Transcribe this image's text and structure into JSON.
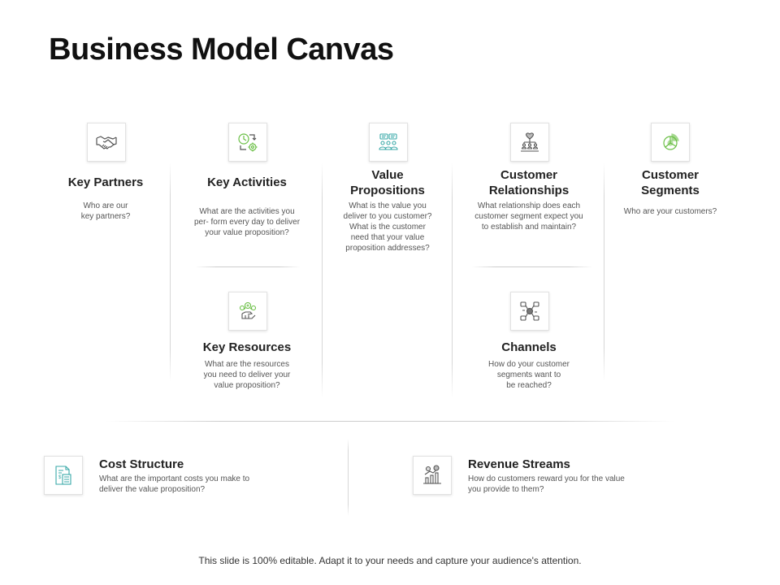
{
  "title": "Business Model Canvas",
  "colors": {
    "accent_green": "#6abf45",
    "accent_teal": "#3aa9a8",
    "icon_gray": "#555555"
  },
  "blocks": {
    "key_partners": {
      "icon": "handshake-icon",
      "title": "Key Partners",
      "desc": [
        "Who are our",
        "key partners?"
      ]
    },
    "key_activities": {
      "icon": "activities-cycle-icon",
      "title": "Key Activities",
      "desc": [
        "What are the activities you",
        "per- form every day to deliver",
        "your value proposition?"
      ]
    },
    "value_propositions": {
      "icon": "team-value-icon",
      "title": [
        "Value",
        "Propositions"
      ],
      "desc": [
        "What is the value you",
        "deliver to you customer?",
        "What is the customer",
        "need that your value",
        "proposition addresses?"
      ]
    },
    "customer_relationships": {
      "icon": "heart-network-icon",
      "title": [
        "Customer",
        "Relationships"
      ],
      "desc": [
        "What relationship does each",
        "customer segment expect you",
        "to establish and maintain?"
      ]
    },
    "customer_segments": {
      "icon": "pie-chart-icon",
      "title": [
        "Customer",
        "Segments"
      ],
      "desc": [
        "Who are your customers?"
      ]
    },
    "key_resources": {
      "icon": "resources-hand-icon",
      "title": "Key Resources",
      "desc": [
        "What are the resources",
        "you need to deliver your",
        "value proposition?"
      ]
    },
    "channels": {
      "icon": "channels-network-icon",
      "title": "Channels",
      "desc": [
        "How do your customer",
        "segments  want to",
        "be reached?"
      ]
    },
    "cost_structure": {
      "icon": "cost-document-icon",
      "title": "Cost Structure",
      "desc": [
        "What are the important costs you make to",
        "deliver the value proposition?"
      ]
    },
    "revenue_streams": {
      "icon": "revenue-chart-icon",
      "title": "Revenue Streams",
      "desc": [
        "How do customers reward you for the value",
        "you provide to them?"
      ]
    }
  },
  "footer": "This slide is 100% editable. Adapt it to your needs and capture your audience's attention."
}
